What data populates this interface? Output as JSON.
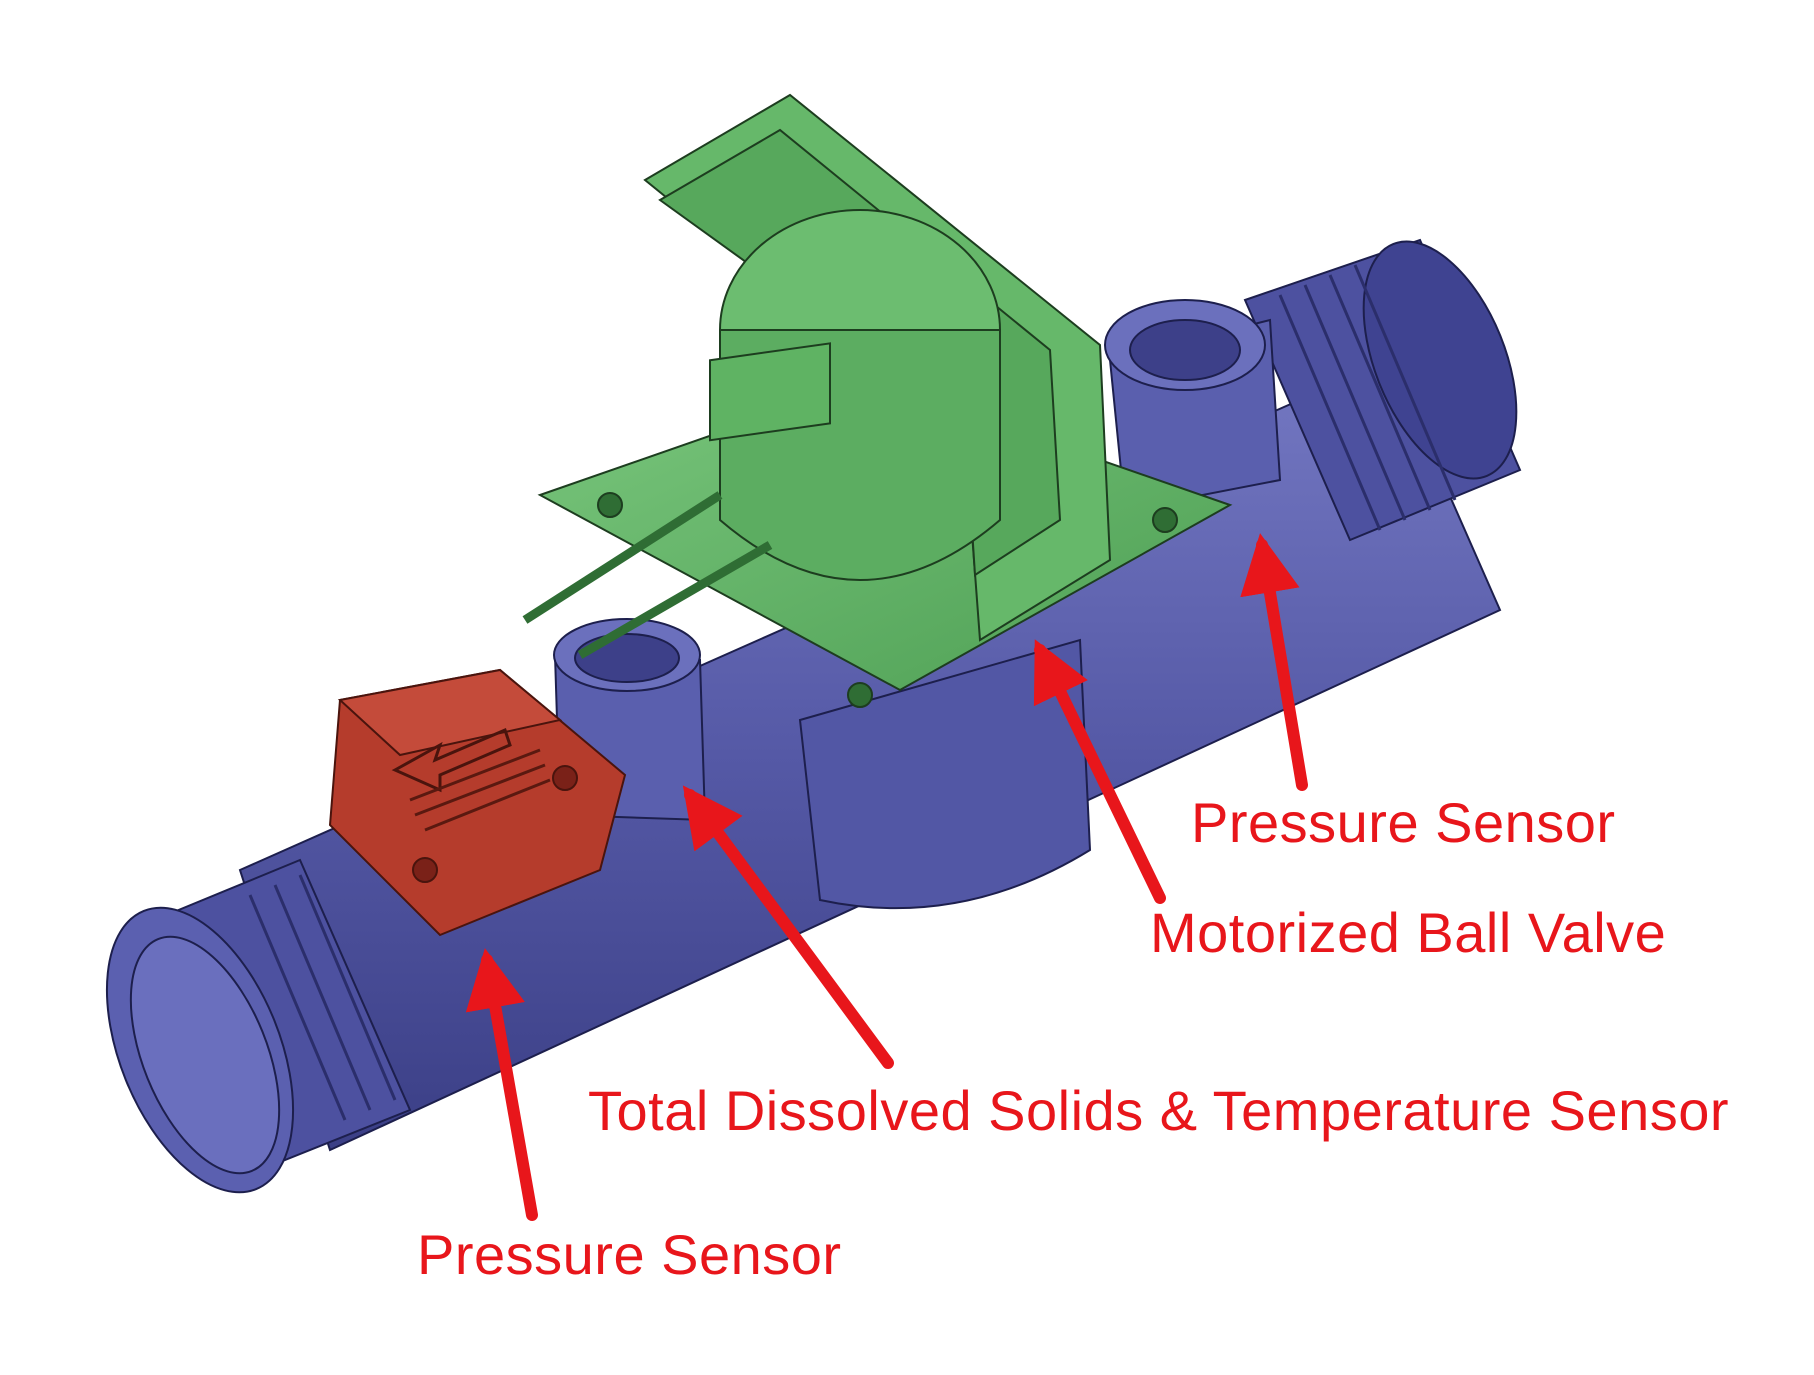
{
  "colors": {
    "pipe": "#5559a6",
    "pipe_dark": "#3b3f86",
    "pipe_light": "#7478c2",
    "valve": "#5fb363",
    "valve_dark": "#3f8e45",
    "sensor": "#b53c2c",
    "arrow": "#e8161b",
    "background": "#ffffff"
  },
  "callouts": {
    "pressure_sensor_right": "Pressure Sensor",
    "motorized_ball_valve": "Motorized Ball Valve",
    "tds_temperature_sensor": "Total Dissolved Solids & Temperature Sensor",
    "pressure_sensor_left": "Pressure Sensor"
  }
}
